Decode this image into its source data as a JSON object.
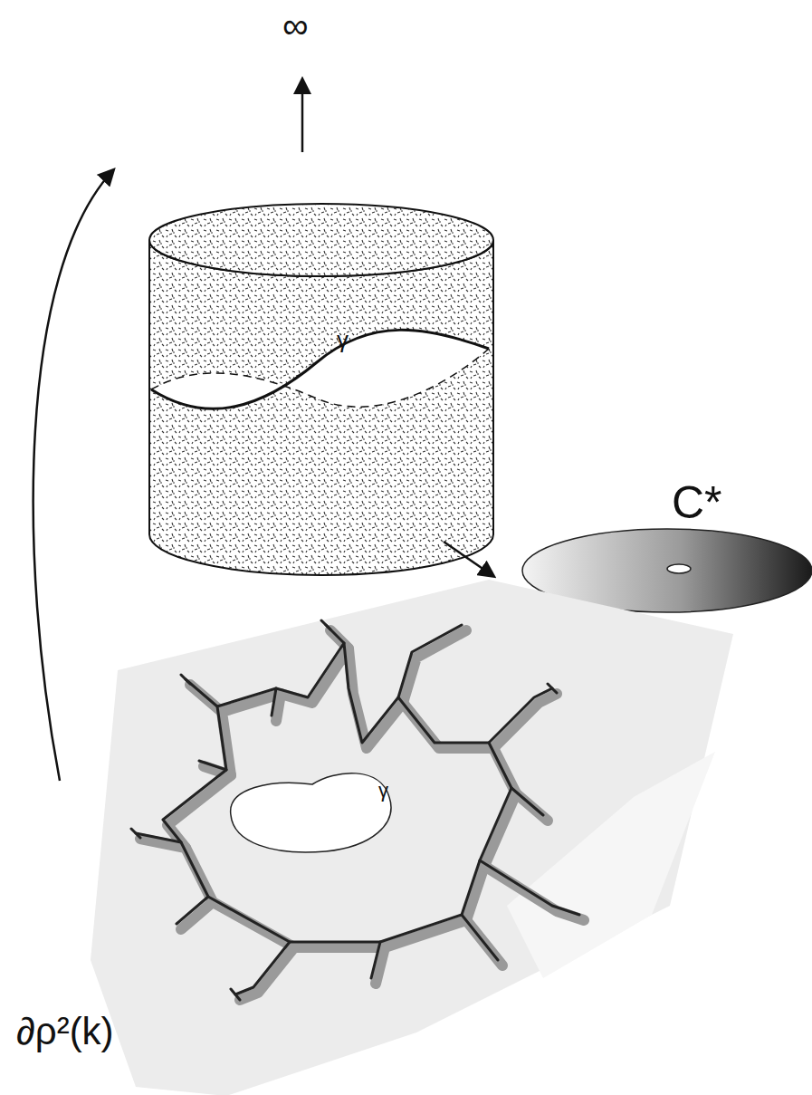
{
  "diagram": {
    "labels": [
      "∞",
      "γ",
      "C*",
      "γ",
      "∂ρ²(k)"
    ]
  }
}
